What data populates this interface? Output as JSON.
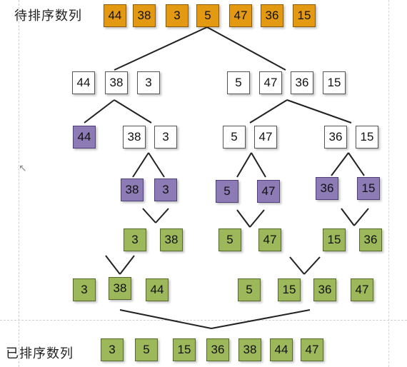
{
  "labels": {
    "unsorted": "待排序数列",
    "sorted": "已排序数列"
  },
  "colors": {
    "orange": "#e39a12",
    "white": "#ffffff",
    "purple": "#8c7bb5",
    "green": "#9db85a"
  },
  "rows": {
    "r0": [
      "44",
      "38",
      "3",
      "5",
      "47",
      "36",
      "15"
    ],
    "r1": [
      "44",
      "38",
      "3",
      "5",
      "47",
      "36",
      "15"
    ],
    "r2": [
      "44",
      "38",
      "3",
      "5",
      "47",
      "36",
      "15"
    ],
    "r3": [
      "38",
      "3",
      "5",
      "47",
      "36",
      "15"
    ],
    "r4": [
      "3",
      "38",
      "5",
      "47",
      "15",
      "36"
    ],
    "r5": [
      "3",
      "38",
      "44",
      "5",
      "15",
      "36",
      "47"
    ],
    "r6": [
      "3",
      "5",
      "15",
      "36",
      "38",
      "44",
      "47"
    ]
  },
  "cursor_icon": "pointer-cursor-icon"
}
